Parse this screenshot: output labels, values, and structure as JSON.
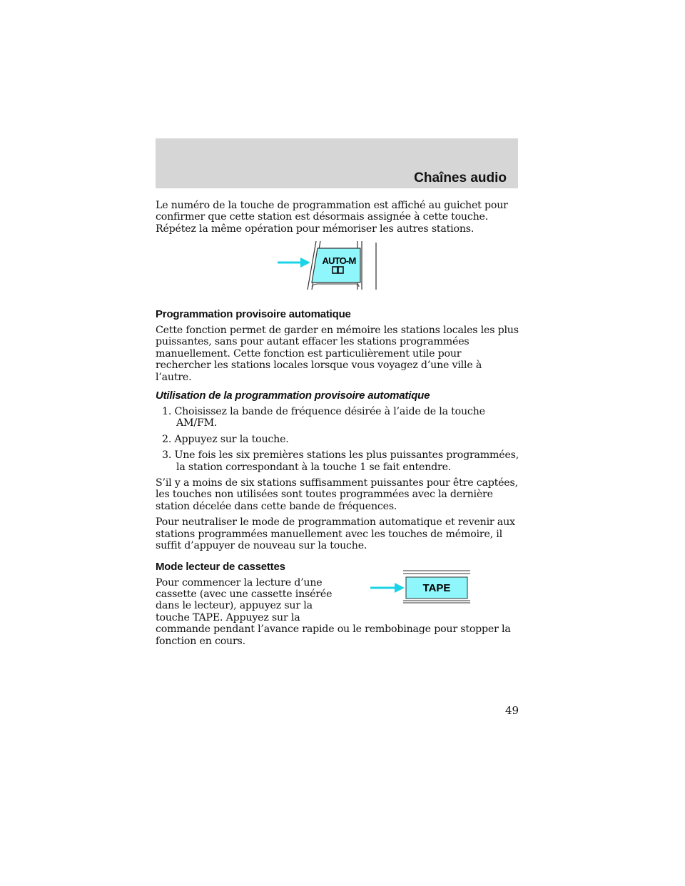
{
  "header": {
    "title": "Chaînes audio"
  },
  "intro": "Le numéro de la touche de programmation est affiché au guichet pour confirmer que cette station est désormais assignée à cette touche. Répétez la même opération pour mémoriser les autres stations.",
  "figure1": {
    "button_label": "AUTO-M",
    "icon": "dolby-icon",
    "arrow_color": "#19d4e6",
    "button_color": "#8ff6fb"
  },
  "section1": {
    "title": "Programmation provisoire automatique",
    "body": "Cette fonction permet de garder en mémoire les stations locales les plus puissantes, sans pour autant effacer les stations programmées manuellement. Cette fonction est particulièrement utile pour rechercher les stations locales lorsque vous voyagez d’une ville à l’autre."
  },
  "subsection": {
    "title": "Utilisation de la programmation provisoire automatique",
    "steps": [
      "1. Choisissez la bande de fréquence désirée à l’aide de la touche AM/FM.",
      "2. Appuyez sur la touche.",
      "3. Une fois les six premières stations les plus puissantes programmées, la station correspondant à la touche 1 se fait entendre."
    ],
    "para1": "S’il y a moins de six stations suffisamment puissantes pour être captées, les touches non utilisées sont toutes programmées avec la dernière station décelée dans cette bande de fréquences.",
    "para2": "Pour neutraliser le mode de programmation automatique et revenir aux stations programmées manuellement avec les touches de mémoire, il suffit d’appuyer de nouveau sur la touche."
  },
  "section2": {
    "title": "Mode lecteur de cassettes",
    "body_a": "Pour commencer la lecture d’une cassette (avec une cassette insérée dans le lecteur), appuyez sur la touche TAPE. Appuyez sur la",
    "body_b": "commande pendant l’avance rapide ou le rembobinage pour stopper la fonction en cours."
  },
  "figure2": {
    "button_label": "TAPE"
  },
  "page_number": "49"
}
